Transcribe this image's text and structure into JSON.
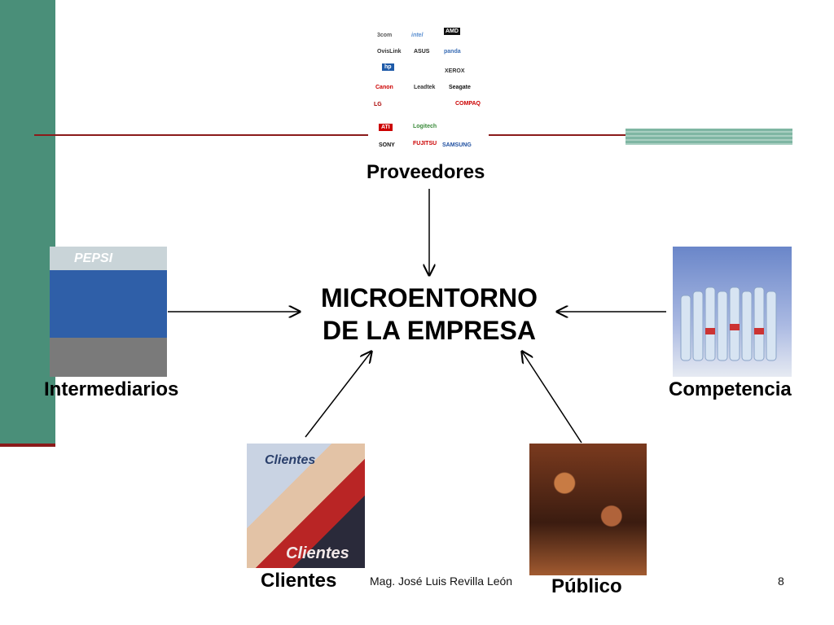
{
  "diagram": {
    "center_title_line1": "MICROENTORNO",
    "center_title_line2": "DE LA EMPRESA",
    "nodes": {
      "proveedores": "Proveedores",
      "intermediarios": "Intermediarios",
      "competencia": "Competencia",
      "clientes": "Clientes",
      "publico": "Público"
    },
    "image_texts": {
      "truck": "PEPSI",
      "clients_top": "Clientes",
      "clients_bottom": "Clientes"
    },
    "logos": [
      "3com",
      "intel",
      "AMD",
      "OvisLink",
      "ASUS",
      "panda",
      "hp",
      "XEROX",
      "Canon",
      "Leadtek",
      "Seagate",
      "LG",
      "COMPAQ",
      "ATI",
      "Logitech",
      "SONY",
      "FUJITSU",
      "SAMSUNG"
    ]
  },
  "footer": {
    "author": "Mag. José Luis Revilla León",
    "page_number": "8"
  },
  "colors": {
    "bar_green": "#4a8f79",
    "rule_red": "#8b1a1a"
  }
}
